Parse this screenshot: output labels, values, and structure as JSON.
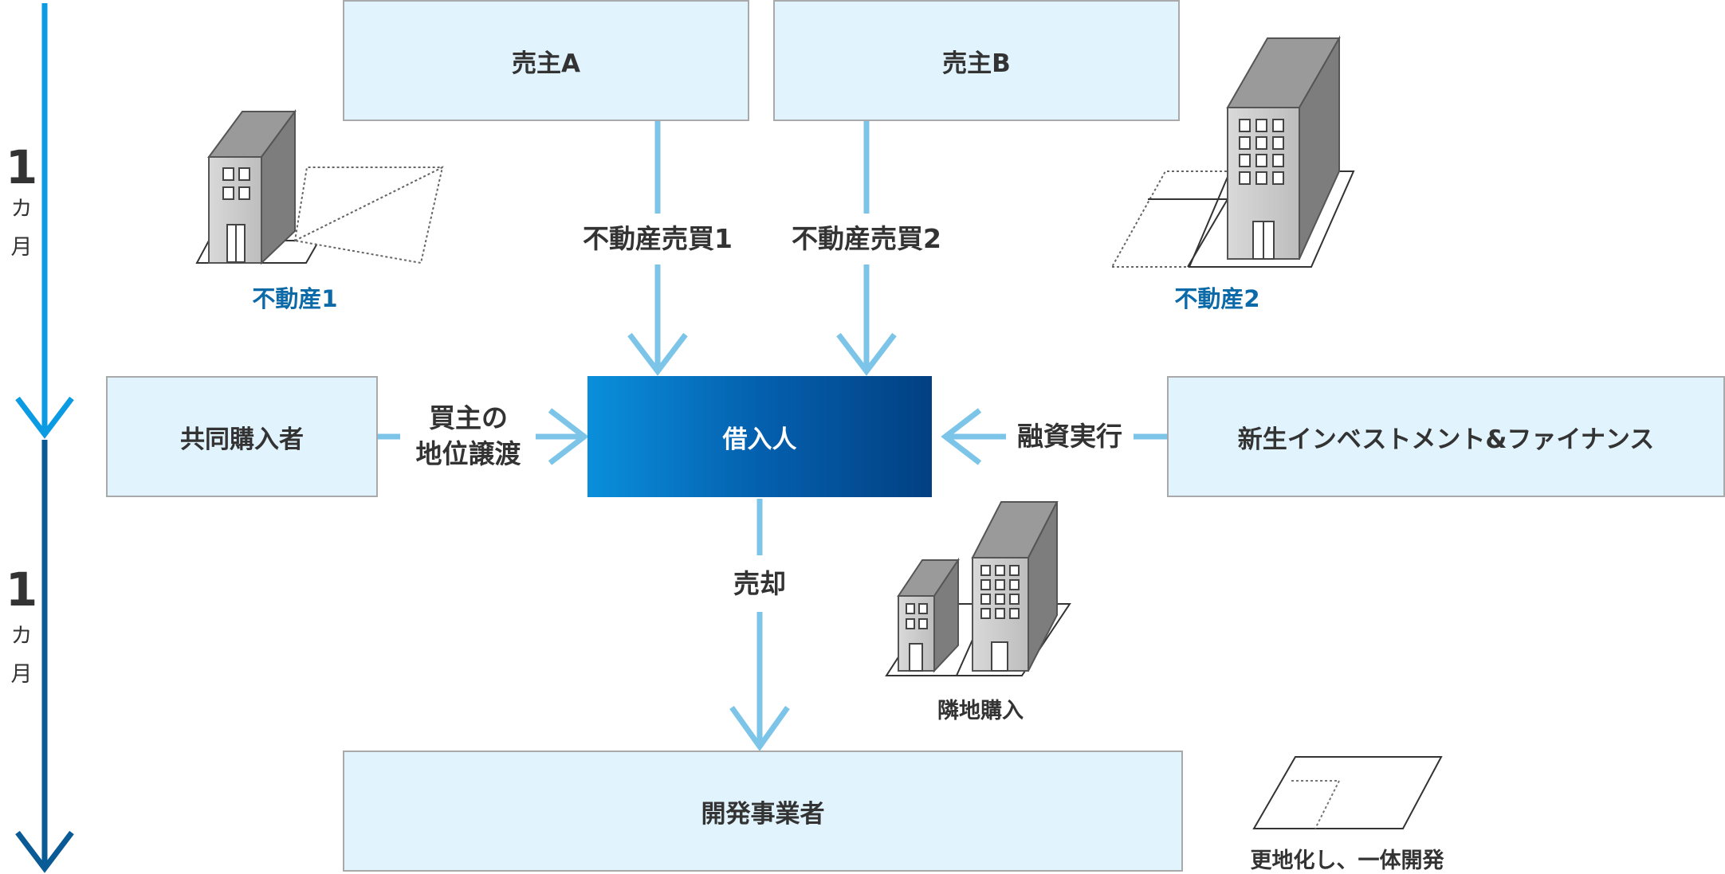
{
  "timeline": {
    "period1_num": "1",
    "period1_unit_top": "カ",
    "period1_unit_bottom": "月",
    "period2_num": "1",
    "period2_unit_top": "カ",
    "period2_unit_bottom": "月",
    "colors": {
      "upper": "#0a9be3",
      "lower": "#0a5a96"
    }
  },
  "nodes": {
    "seller_a": "売主A",
    "seller_b": "売主B",
    "co_buyer": "共同購入者",
    "borrower": "借入人",
    "lender": "新生インベストメント&ファイナンス",
    "developer": "開発事業者"
  },
  "edges": {
    "sale1": "不動産売買1",
    "sale2": "不動産売買2",
    "transfer_line1": "買主の",
    "transfer_line2": "地位譲渡",
    "financing": "融資実行",
    "sell": "売却"
  },
  "illustrations": {
    "property1": "不動産1",
    "property2": "不動産2",
    "adjacent": "隣地購入",
    "consolidate": "更地化し、一体開発"
  },
  "colors": {
    "connector": "#7cc5e8",
    "box_fill": "#e1f3fc",
    "box_border": "#a9a9a9",
    "property_label": "#0c6aa8"
  }
}
